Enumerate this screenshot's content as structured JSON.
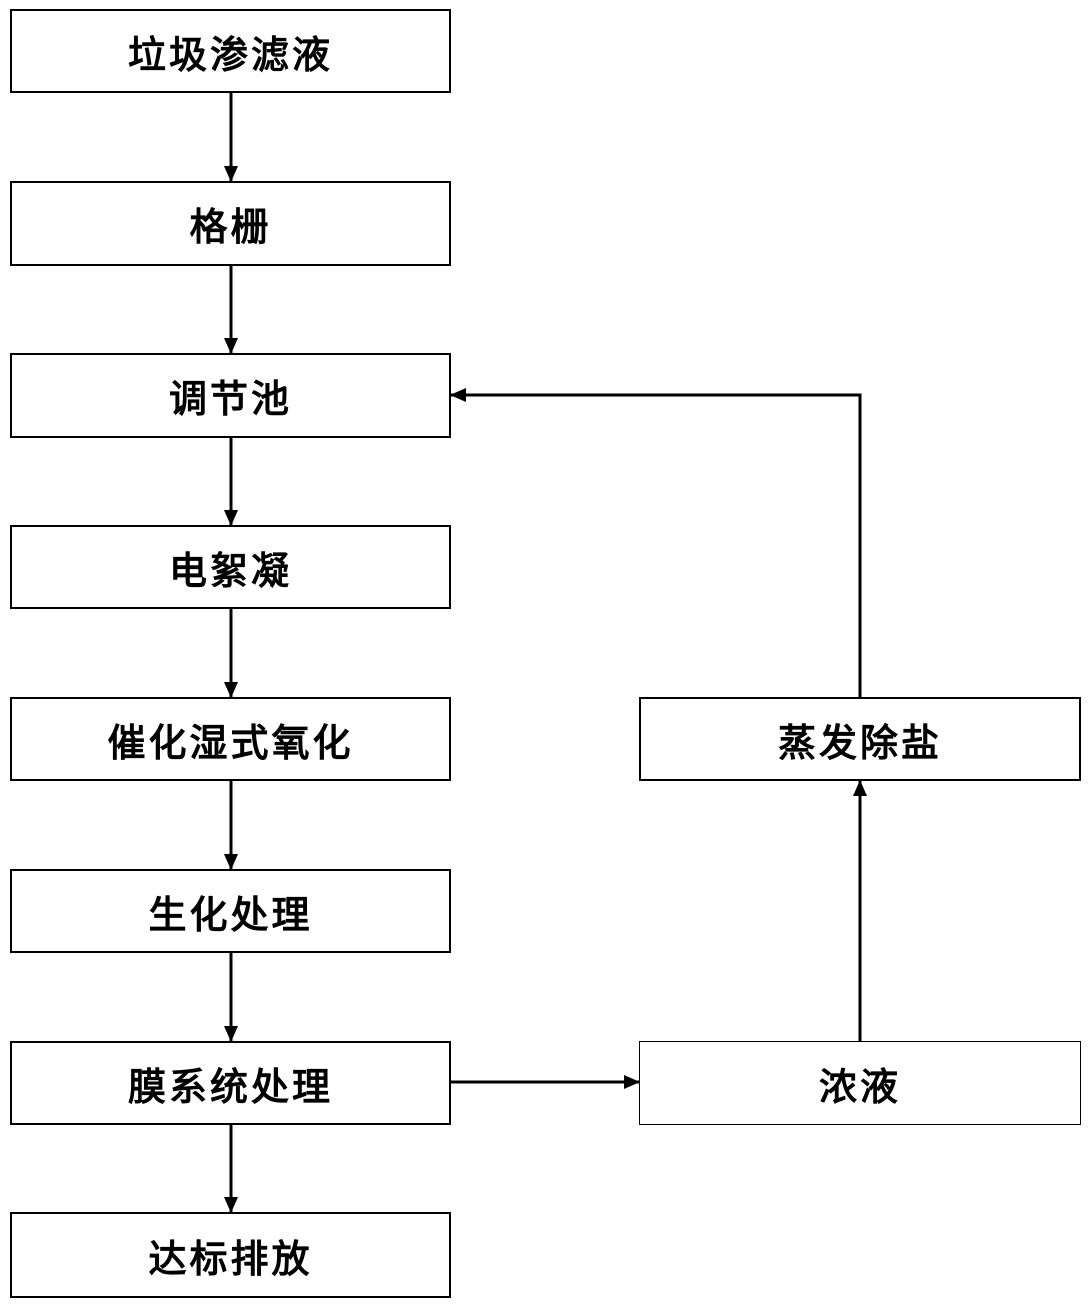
{
  "diagram": {
    "nodes": [
      {
        "id": "leachate",
        "label": "垃圾渗滤液"
      },
      {
        "id": "grille",
        "label": "格栅"
      },
      {
        "id": "regulating-tank",
        "label": "调节池"
      },
      {
        "id": "electro-flocculation",
        "label": "电絮凝"
      },
      {
        "id": "catalytic-wet-oxidation",
        "label": "催化湿式氧化"
      },
      {
        "id": "biochemical-treatment",
        "label": "生化处理"
      },
      {
        "id": "membrane-treatment",
        "label": "膜系统处理"
      },
      {
        "id": "discharge",
        "label": "达标排放"
      },
      {
        "id": "evaporation-desalination",
        "label": "蒸发除盐"
      },
      {
        "id": "concentrate",
        "label": "浓液"
      }
    ],
    "edges": [
      {
        "from": "leachate",
        "to": "grille"
      },
      {
        "from": "grille",
        "to": "regulating-tank"
      },
      {
        "from": "regulating-tank",
        "to": "electro-flocculation"
      },
      {
        "from": "electro-flocculation",
        "to": "catalytic-wet-oxidation"
      },
      {
        "from": "catalytic-wet-oxidation",
        "to": "biochemical-treatment"
      },
      {
        "from": "biochemical-treatment",
        "to": "membrane-treatment"
      },
      {
        "from": "membrane-treatment",
        "to": "discharge"
      },
      {
        "from": "membrane-treatment",
        "to": "concentrate"
      },
      {
        "from": "concentrate",
        "to": "evaporation-desalination"
      },
      {
        "from": "evaporation-desalination",
        "to": "regulating-tank"
      }
    ],
    "line_color": "#000000"
  }
}
